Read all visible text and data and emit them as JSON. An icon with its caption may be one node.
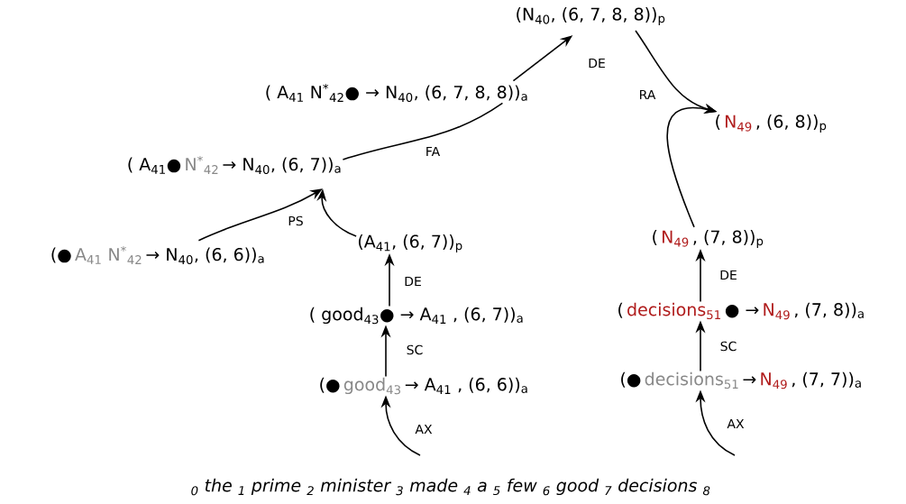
{
  "diagram": {
    "nodes": [
      {
        "text": [
          "(N$_{40}$, (6, 7, 8, 8))$_{p}$"
        ]
      },
      {
        "text": [
          "( A$_{41}$ N$^{*}$$_{42}$● → N$_{40}$, (6, 7, 8, 8))$_{a}$"
        ]
      },
      {
        "text": [
          "(",
          "N$_{49}$",
          ", (6, 8))$_{p}$"
        ]
      },
      {
        "text": [
          "( A$_{41}$●",
          "N$^{*}$$_{42}$",
          "→ N$_{40}$, (6, 7))$_{a}$"
        ]
      },
      {
        "text": [
          "(●",
          "A$_{41}$ N$^{*}$$_{42}$",
          "→ N$_{40}$, (6, 6))$_{a}$"
        ]
      },
      {
        "text": [
          "(A$_{41}$, (6, 7))$_{p}$"
        ]
      },
      {
        "text": [
          "(",
          "N$_{49}$",
          ", (7, 8))$_{p}$"
        ]
      },
      {
        "text": [
          "( good$_{43}$● → A$_{41}$ , (6, 7))$_{a}$"
        ]
      },
      {
        "text": [
          "(",
          "decisions$_{51}$",
          "● →",
          "N$_{49}$",
          ", (7, 8))$_{a}$"
        ]
      },
      {
        "text": [
          "(●",
          "good$_{43}$",
          "→ A$_{41}$ , (6, 6))$_{a}$"
        ]
      },
      {
        "text": [
          "(●",
          "decisions$_{51}$",
          "→",
          "N$_{49}$",
          ", (7, 7))$_{a}$"
        ]
      }
    ],
    "edges": [
      {
        "from": 1,
        "to": 0,
        "arrow": "to",
        "label": "DE"
      },
      {
        "from": 0,
        "to": 2,
        "arrow": "to",
        "label": "RA"
      },
      {
        "from": 6,
        "to": 2,
        "arrow": "to"
      },
      {
        "from": 3,
        "to": 1,
        "arrow": "none",
        "label": "FA"
      },
      {
        "from": 4,
        "to": 3,
        "arrow": "to",
        "label": "PS"
      },
      {
        "from": 5,
        "to": 3,
        "arrow": "to"
      },
      {
        "from": 7,
        "to": 5,
        "arrow": "to",
        "label": "DE"
      },
      {
        "from": 9,
        "to": 7,
        "arrow": "to",
        "label": "SC"
      },
      {
        "from": null,
        "to": 9,
        "arrow": "to",
        "label": "AX"
      },
      {
        "from": 8,
        "to": 6,
        "arrow": "to",
        "label": "DE"
      },
      {
        "from": 10,
        "to": 8,
        "arrow": "to",
        "label": "SC"
      },
      {
        "from": null,
        "to": 10,
        "arrow": "to",
        "label": "AX"
      }
    ],
    "labels": [
      "$_{0}$ the $_{1}$ prime $_{2}$ minister $_{3}$ made $_{4}$ a $_{5}$ few $_{6}$ good $_{7}$ decisions $_{8}$"
    ]
  }
}
